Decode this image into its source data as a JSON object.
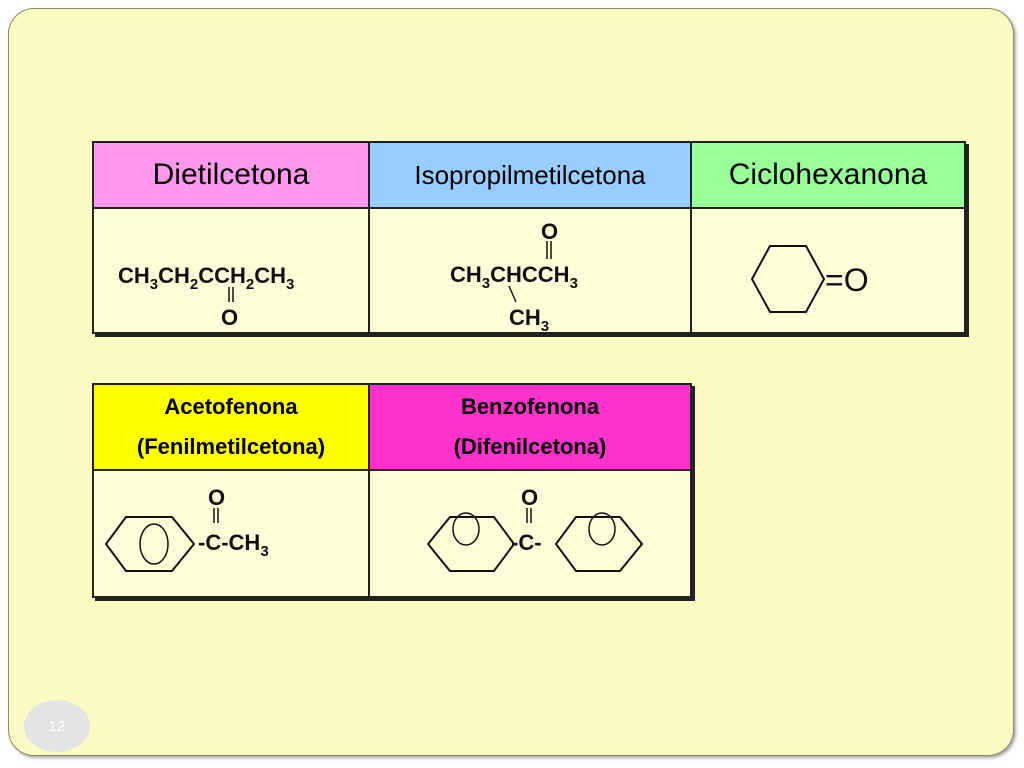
{
  "table1": {
    "headers": [
      "Dietilcetona",
      "Isopropilmetilcetona",
      "Ciclohexanona"
    ],
    "formula1": {
      "main": [
        "CH",
        "3",
        "CH",
        "2",
        "CCH",
        "2",
        "CH",
        "3"
      ],
      "oxygen": "O"
    },
    "formula2": {
      "oxygen": "O",
      "main": [
        "CH",
        "3",
        "CHCCH",
        "3"
      ],
      "branch": [
        "CH",
        "3"
      ]
    },
    "formula3": {
      "ketone": "=O"
    }
  },
  "table2": {
    "headers": [
      {
        "line1": "Acetofenona",
        "line2": "(Fenilmetilcetona)"
      },
      {
        "line1": "Benzofenona",
        "line2": "(Difenilcetona)"
      }
    ],
    "formula4": {
      "oxygen": "O",
      "chain": [
        "-C-CH",
        "3"
      ]
    },
    "formula5": {
      "oxygen": "O",
      "chain": "-C-"
    }
  },
  "page_number": "12",
  "colors": {
    "background": "#fbfbc4",
    "header_dietil": "#ff99ee",
    "header_isopropil": "#99ccff",
    "header_ciclo": "#99ff99",
    "header_aceto": "#ffff00",
    "header_benzo": "#ff33cc"
  }
}
